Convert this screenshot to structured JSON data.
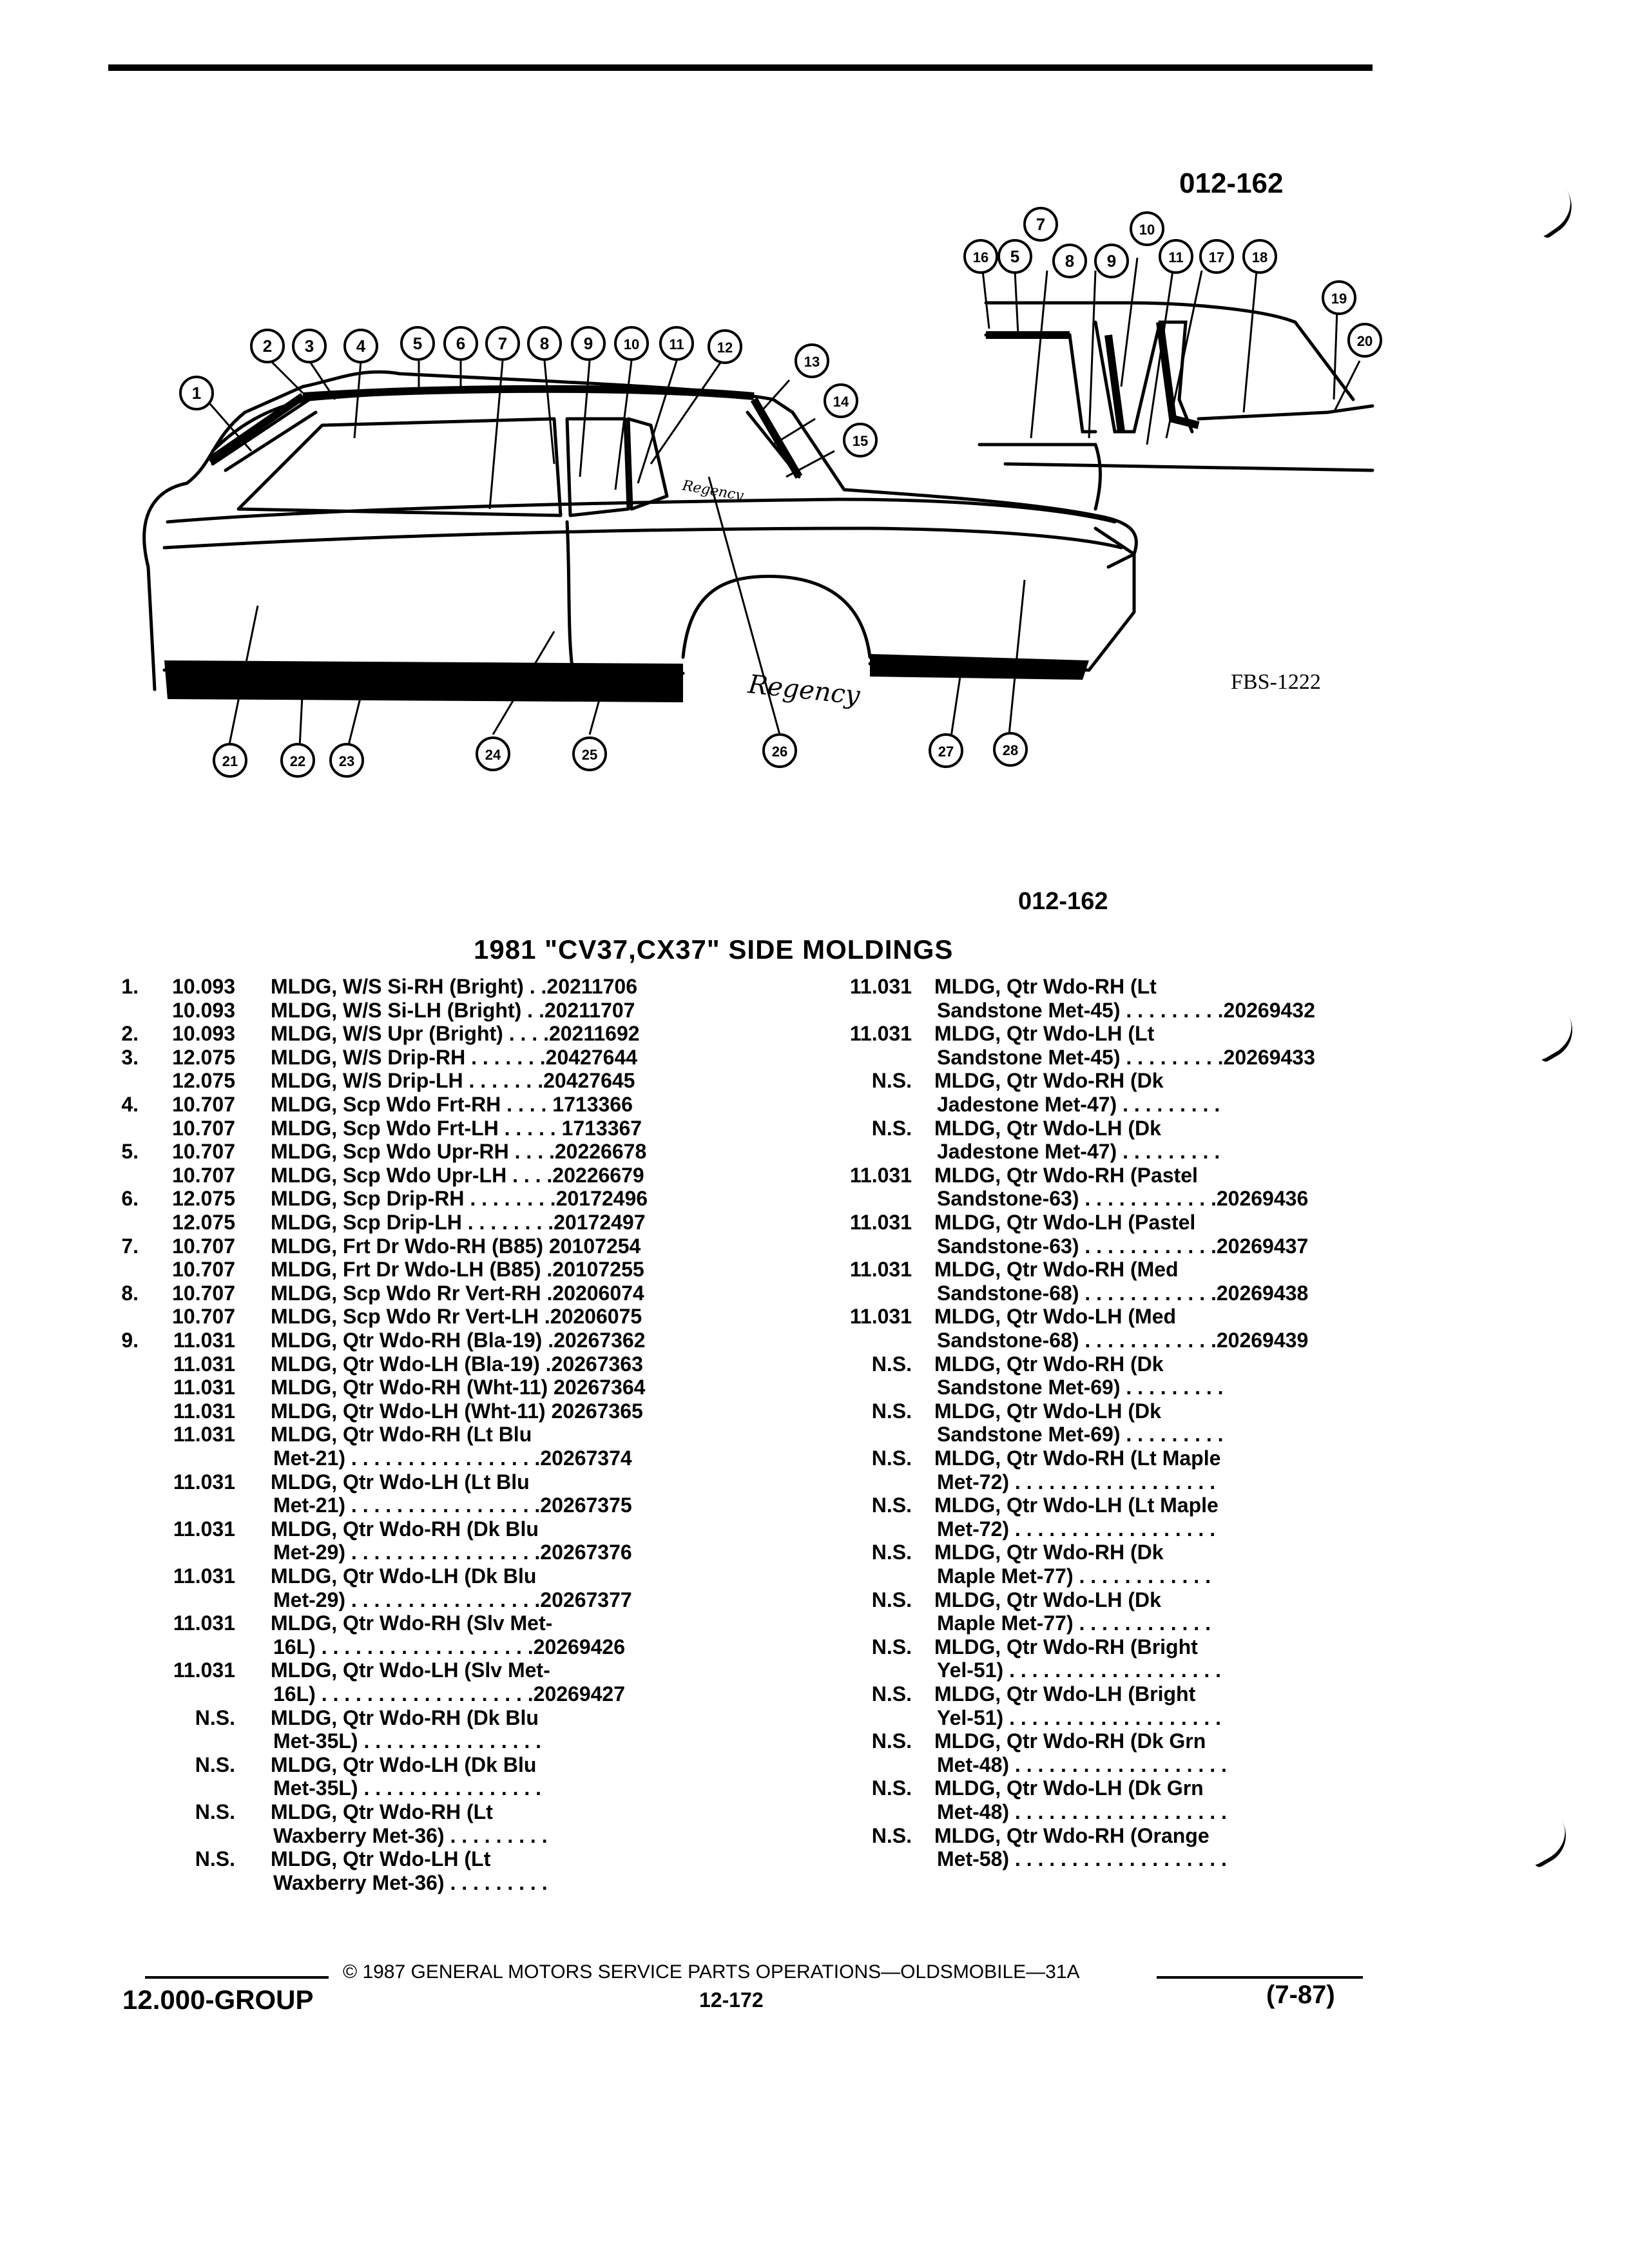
{
  "illustration": {
    "ref_top": "012-162",
    "ref_bottom": "012-162",
    "drawing_no": "FBS-1222",
    "callouts": [
      "1",
      "2",
      "3",
      "4",
      "5",
      "6",
      "7",
      "8",
      "9",
      "10",
      "11",
      "12",
      "13",
      "14",
      "15",
      "16",
      "17",
      "18",
      "19",
      "20",
      "21",
      "22",
      "23",
      "24",
      "25",
      "26",
      "27",
      "28"
    ]
  },
  "section_title": "1981 \"CV37,CX37\" SIDE MOLDINGS",
  "left_column": [
    {
      "num": "1.",
      "group": "10.093",
      "lines": [
        "MLDG, W/S Si-RH (Bright) . .20211706"
      ]
    },
    {
      "num": "",
      "group": "10.093",
      "lines": [
        "MLDG, W/S Si-LH (Bright) . .20211707"
      ]
    },
    {
      "num": "2.",
      "group": "10.093",
      "lines": [
        "MLDG, W/S Upr (Bright) . . . .20211692"
      ]
    },
    {
      "num": "3.",
      "group": "12.075",
      "lines": [
        "MLDG, W/S Drip-RH . . . . . . .20427644"
      ]
    },
    {
      "num": "",
      "group": "12.075",
      "lines": [
        "MLDG, W/S Drip-LH . . . . . . .20427645"
      ]
    },
    {
      "num": "4.",
      "group": "10.707",
      "lines": [
        "MLDG, Scp Wdo Frt-RH . . . . 1713366"
      ]
    },
    {
      "num": "",
      "group": "10.707",
      "lines": [
        "MLDG, Scp Wdo Frt-LH . . . . . 1713367"
      ]
    },
    {
      "num": "5.",
      "group": "10.707",
      "lines": [
        "MLDG, Scp Wdo Upr-RH . . . .20226678"
      ]
    },
    {
      "num": "",
      "group": "10.707",
      "lines": [
        "MLDG, Scp Wdo Upr-LH . . . .20226679"
      ]
    },
    {
      "num": "6.",
      "group": "12.075",
      "lines": [
        "MLDG, Scp Drip-RH . . . . . . . .20172496"
      ]
    },
    {
      "num": "",
      "group": "12.075",
      "lines": [
        "MLDG, Scp Drip-LH . . . . . . . .20172497"
      ]
    },
    {
      "num": "7.",
      "group": "10.707",
      "lines": [
        "MLDG, Frt Dr Wdo-RH (B85) 20107254"
      ]
    },
    {
      "num": "",
      "group": "10.707",
      "lines": [
        "MLDG, Frt Dr Wdo-LH (B85) .20107255"
      ]
    },
    {
      "num": "8.",
      "group": "10.707",
      "lines": [
        "MLDG, Scp Wdo Rr Vert-RH .20206074"
      ]
    },
    {
      "num": "",
      "group": "10.707",
      "lines": [
        "MLDG, Scp Wdo Rr Vert-LH .20206075"
      ]
    },
    {
      "num": "9.",
      "group": "11.031",
      "lines": [
        "MLDG, Qtr Wdo-RH (Bla-19) .20267362"
      ]
    },
    {
      "num": "",
      "group": "11.031",
      "lines": [
        "MLDG, Qtr Wdo-LH (Bla-19) .20267363"
      ]
    },
    {
      "num": "",
      "group": "11.031",
      "lines": [
        "MLDG, Qtr Wdo-RH (Wht-11) 20267364"
      ]
    },
    {
      "num": "",
      "group": "11.031",
      "lines": [
        "MLDG, Qtr Wdo-LH (Wht-11) 20267365"
      ]
    },
    {
      "num": "",
      "group": "11.031",
      "lines": [
        "MLDG, Qtr Wdo-RH (Lt Blu",
        "Met-21) . . . . . . . . . . . . . . . . .20267374"
      ]
    },
    {
      "num": "",
      "group": "11.031",
      "lines": [
        "MLDG, Qtr Wdo-LH (Lt Blu",
        "Met-21) . . . . . . . . . . . . . . . . .20267375"
      ]
    },
    {
      "num": "",
      "group": "11.031",
      "lines": [
        "MLDG, Qtr Wdo-RH (Dk Blu",
        "Met-29) . . . . . . . . . . . . . . . . .20267376"
      ]
    },
    {
      "num": "",
      "group": "11.031",
      "lines": [
        "MLDG, Qtr Wdo-LH (Dk Blu",
        "Met-29) . . . . . . . . . . . . . . . . .20267377"
      ]
    },
    {
      "num": "",
      "group": "11.031",
      "lines": [
        "MLDG, Qtr Wdo-RH (Slv Met-",
        "16L) . . . . . . . . . . . . . . . . . . .20269426"
      ]
    },
    {
      "num": "",
      "group": "11.031",
      "lines": [
        "MLDG, Qtr Wdo-LH (Slv Met-",
        "16L) . . . . . . . . . . . . . . . . . . .20269427"
      ]
    },
    {
      "num": "",
      "group": "N.S.",
      "lines": [
        "MLDG, Qtr Wdo-RH (Dk Blu",
        "Met-35L) . . . . . . . . . . . . . . . ."
      ]
    },
    {
      "num": "",
      "group": "N.S.",
      "lines": [
        "MLDG, Qtr Wdo-LH (Dk Blu",
        "Met-35L) . . . . . . . . . . . . . . . ."
      ]
    },
    {
      "num": "",
      "group": "N.S.",
      "lines": [
        "MLDG, Qtr Wdo-RH (Lt",
        "Waxberry Met-36) . . . . . . . . ."
      ]
    },
    {
      "num": "",
      "group": "N.S.",
      "lines": [
        "MLDG, Qtr Wdo-LH (Lt",
        "Waxberry Met-36) . . . . . . . . ."
      ]
    }
  ],
  "right_column": [
    {
      "group": "11.031",
      "lines": [
        "MLDG, Qtr Wdo-RH (Lt",
        "Sandstone Met-45) . . . . . . . . .20269432"
      ]
    },
    {
      "group": "11.031",
      "lines": [
        "MLDG, Qtr Wdo-LH (Lt",
        "Sandstone Met-45) . . . . . . . . .20269433"
      ]
    },
    {
      "group": "N.S.",
      "lines": [
        "MLDG, Qtr Wdo-RH (Dk",
        "Jadestone Met-47) . . . . . . . . ."
      ]
    },
    {
      "group": "N.S.",
      "lines": [
        "MLDG, Qtr Wdo-LH (Dk",
        "Jadestone Met-47) . . . . . . . . ."
      ]
    },
    {
      "group": "11.031",
      "lines": [
        "MLDG, Qtr Wdo-RH (Pastel",
        "Sandstone-63) . . . . . . . . . . . .20269436"
      ]
    },
    {
      "group": "11.031",
      "lines": [
        "MLDG, Qtr Wdo-LH (Pastel",
        "Sandstone-63) . . . . . . . . . . . .20269437"
      ]
    },
    {
      "group": "11.031",
      "lines": [
        "MLDG, Qtr Wdo-RH (Med",
        "Sandstone-68) . . . . . . . . . . . .20269438"
      ]
    },
    {
      "group": "11.031",
      "lines": [
        "MLDG, Qtr Wdo-LH (Med",
        "Sandstone-68) . . . . . . . . . . . .20269439"
      ]
    },
    {
      "group": "N.S.",
      "lines": [
        "MLDG, Qtr Wdo-RH (Dk",
        "Sandstone Met-69) . . . . . . . . ."
      ]
    },
    {
      "group": "N.S.",
      "lines": [
        "MLDG, Qtr Wdo-LH (Dk",
        "Sandstone Met-69) . . . . . . . . ."
      ]
    },
    {
      "group": "N.S.",
      "lines": [
        "MLDG, Qtr Wdo-RH (Lt Maple",
        "Met-72) . . . . . . . . . . . . . . . . . ."
      ]
    },
    {
      "group": "N.S.",
      "lines": [
        "MLDG, Qtr Wdo-LH (Lt Maple",
        "Met-72) . . . . . . . . . . . . . . . . . ."
      ]
    },
    {
      "group": "N.S.",
      "lines": [
        "MLDG, Qtr Wdo-RH (Dk",
        "Maple Met-77) . . . . . . . . . . . ."
      ]
    },
    {
      "group": "N.S.",
      "lines": [
        "MLDG, Qtr Wdo-LH (Dk",
        "Maple Met-77) . . . . . . . . . . . ."
      ]
    },
    {
      "group": "N.S.",
      "lines": [
        "MLDG, Qtr Wdo-RH (Bright",
        "Yel-51) . . . . . . . . . . . . . . . . . . ."
      ]
    },
    {
      "group": "N.S.",
      "lines": [
        "MLDG, Qtr Wdo-LH (Bright",
        "Yel-51) . . . . . . . . . . . . . . . . . . ."
      ]
    },
    {
      "group": "N.S.",
      "lines": [
        "MLDG, Qtr Wdo-RH (Dk Grn",
        "Met-48) . . . . . . . . . . . . . . . . . . ."
      ]
    },
    {
      "group": "N.S.",
      "lines": [
        "MLDG, Qtr Wdo-LH (Dk Grn",
        "Met-48) . . . . . . . . . . . . . . . . . . ."
      ]
    },
    {
      "group": "N.S.",
      "lines": [
        "MLDG, Qtr Wdo-RH (Orange",
        "Met-58) . . . . . . . . . . . . . . . . . . ."
      ]
    }
  ],
  "footer": {
    "copyright": "© 1987 GENERAL MOTORS SERVICE PARTS OPERATIONS—OLDSMOBILE—31A",
    "group": "12.000-GROUP",
    "page": "12-172",
    "date": "(7-87)"
  }
}
